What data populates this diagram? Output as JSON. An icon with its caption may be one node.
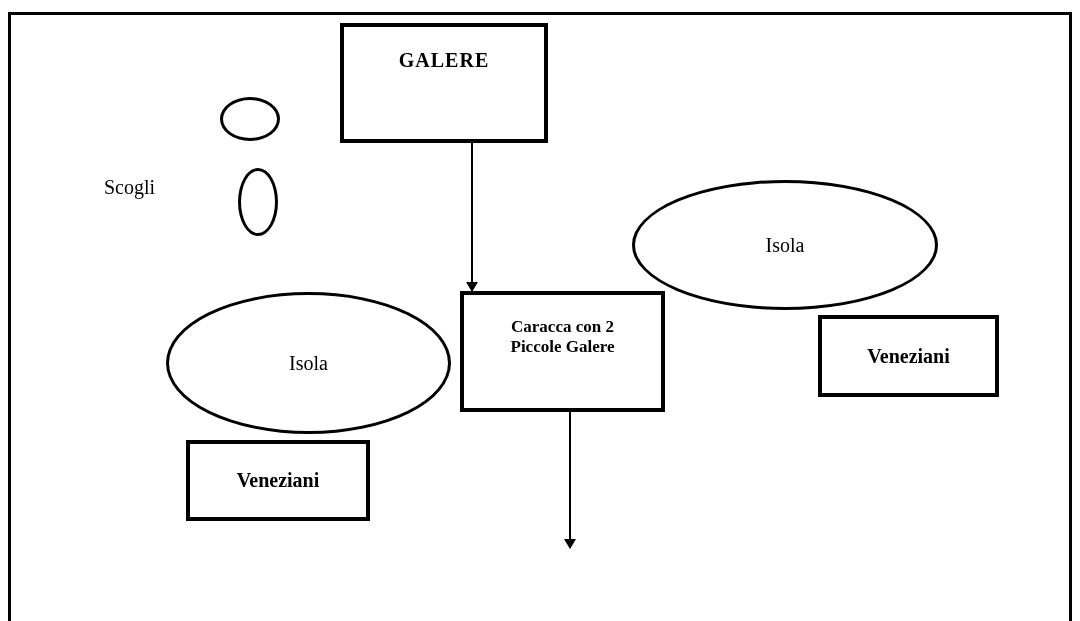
{
  "diagram": {
    "nodes": [
      {
        "text": [
          "GALERE"
        ]
      },
      {
        "text": [],
        "shape": "circle"
      },
      {
        "text": [],
        "shape": "circle"
      },
      {
        "text": [
          "Isola"
        ]
      },
      {
        "text": [
          "Caracca con 2 Piccole Galere"
        ]
      },
      {
        "text": [
          "Isola"
        ]
      },
      {
        "text": [
          "Veneziani"
        ]
      },
      {
        "text": [
          "Veneziani"
        ]
      }
    ],
    "edges": [
      {
        "from": 0,
        "to": 4,
        "arrow": "to"
      },
      {
        "from": 4,
        "to": null,
        "arrow": "to"
      }
    ],
    "labels": [
      "Scogli"
    ]
  }
}
